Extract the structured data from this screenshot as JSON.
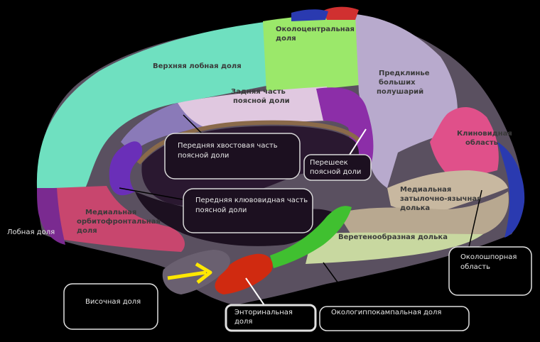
{
  "labels": {
    "frontal_lobe": "Лобная доля",
    "superior_frontal": "Верхняя лобная доля",
    "paracentral": "Околоцентральная доля",
    "precuneus": "Предклинье больших полушарий",
    "posterior_cingulate": "Задняя часть поясной доли",
    "caudal_anterior_cingulate": "Передняя хвостовая часть поясной доли",
    "isthmus_cingulate": "Перешеек поясной доли",
    "rostral_anterior_cingulate": "Передняя клювовидная часть поясной доли",
    "cuneus": "Клиновидная область",
    "medial_orbitofrontal": "Медиальная орбитофронтальная доля",
    "lingual": "Медиальная затылочно-язычная долька",
    "fusiform": "Веретенообразная долька",
    "pericalcarine": "Околошпорная область",
    "temporal_lobe": "Височная доля",
    "entorhinal": "Энторинальная доля",
    "parahippocampal": "Окологиппокампальная доля"
  },
  "colors": {
    "superior_frontal": "#6fe0c0",
    "paracentral": "#9be86a",
    "precuneus": "#b8aacd",
    "posterior_cingulate": "#e0c8e0",
    "caudal_anterior_cingulate": "#8a7ab8",
    "isthmus_cingulate": "#8c2ea8",
    "rostral_anterior_cingulate": "#6a2fb8",
    "cuneus": "#e0508a",
    "medial_orbitofrontal": "#c8466e",
    "lingual": "#c8b8a0",
    "fusiform": "#c8d8a0",
    "pericalcarine": "#2a3ab0",
    "entorhinal": "#d02a10",
    "parahippocampal": "#40c030",
    "frontal_pole": "#7a2a90",
    "corpus_callosum": "#2a1830",
    "arrow": "#ffe800"
  }
}
